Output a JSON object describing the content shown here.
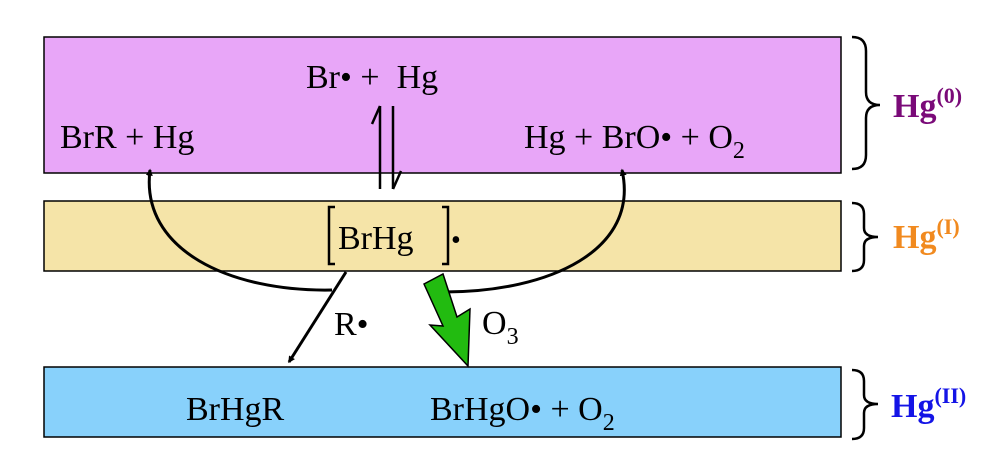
{
  "colors": {
    "hg0_band": "#e8a6f8",
    "hg1_band": "#f5e4a8",
    "hg2_band": "#88d1fb",
    "hg0_label": "#7a0a78",
    "hg1_label": "#f18a1f",
    "hg2_label": "#1414e6",
    "ozone_arrow": "#22bb10",
    "ink": "#000000"
  },
  "levels": {
    "hg0": {
      "base": "Hg",
      "sup": "(0)"
    },
    "hg1": {
      "base": "Hg",
      "sup": "(I)"
    },
    "hg2": {
      "base": "Hg",
      "sup": "(II)"
    }
  },
  "top": {
    "br_hg": "Br• +  Hg",
    "brr_hg": "BrR + Hg",
    "hg_bro_o2_main": "Hg + BrO• + O",
    "hg_bro_o2_sub": "2"
  },
  "middle": {
    "intermediate": "BrHg",
    "radical_dot": "•"
  },
  "bottom": {
    "brhgr": "BrHgR",
    "brhgo_o2_main": "BrHgO• + O",
    "brhgo_o2_sub": "2"
  },
  "reagents": {
    "r_radical": "R•",
    "ozone_main": "O",
    "ozone_sub": "3"
  }
}
